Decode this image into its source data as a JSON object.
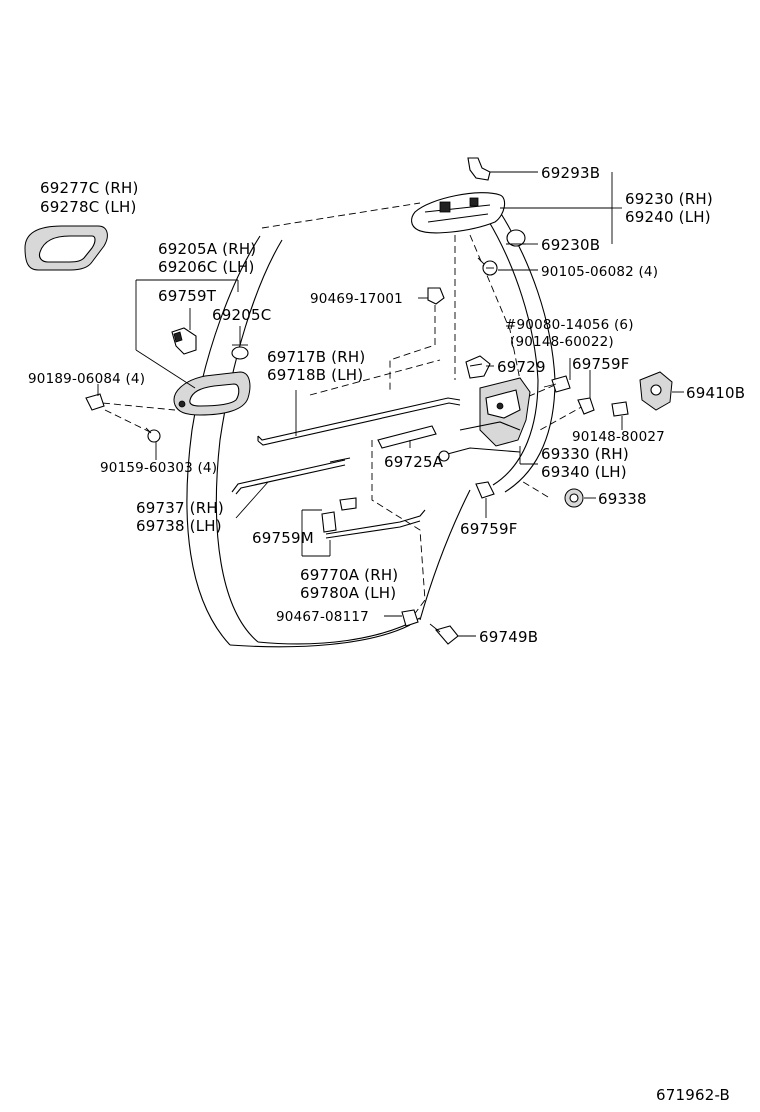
{
  "labels": {
    "p69293B": "69293B",
    "p69230": "69230 (RH)",
    "p69240": "69240 (LH)",
    "p69230B": "69230B",
    "p90105": "90105-06082 (4)",
    "p69277C": "69277C (RH)",
    "p69278C": "69278C (LH)",
    "p69205A": "69205A (RH)",
    "p69206C": "69206C (LH)",
    "p69759T": "69759T",
    "p69205C": "69205C",
    "p90469": "90469-17001",
    "p90080": "#90080-14056 (6)",
    "p90148a": "(90148-60022)",
    "p69717B": "69717B (RH)",
    "p69718B": "69718B (LH)",
    "p69729": "69729",
    "p69759F_top": "69759F",
    "p69410B": "69410B",
    "p90189": "90189-06084 (4)",
    "p90148b": "90148-80027",
    "p90159": "90159-60303 (4)",
    "p69725A": "69725A",
    "p69330": "69330 (RH)",
    "p69340": "69340 (LH)",
    "p69338": "69338",
    "p69737": "69737 (RH)",
    "p69738": "69738 (LH)",
    "p69759F_bot": "69759F",
    "p69759M": "69759M",
    "p69770A": "69770A (RH)",
    "p69780A": "69780A (LH)",
    "p90467": "90467-08117",
    "p69749B": "69749B",
    "figure_code": "671962-B"
  }
}
